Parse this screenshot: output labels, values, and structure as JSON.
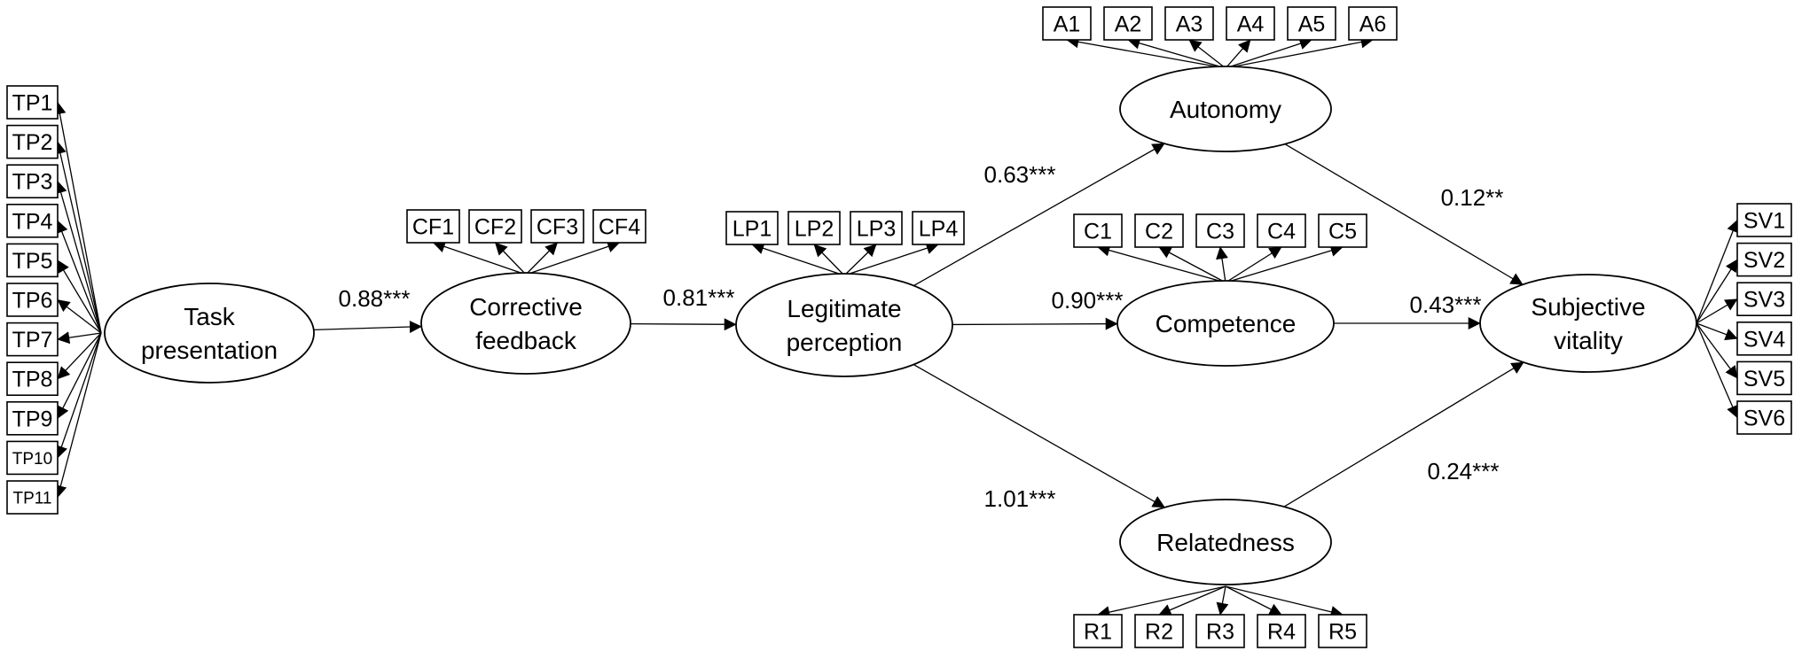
{
  "latents": {
    "tp": [
      "Task",
      "presentation"
    ],
    "cf": [
      "Corrective",
      "feedback"
    ],
    "lp": [
      "Legitimate",
      "perception"
    ],
    "aut": [
      "Autonomy"
    ],
    "comp": [
      "Competence"
    ],
    "rel": [
      "Relatedness"
    ],
    "sv": [
      "Subjective",
      "vitality"
    ]
  },
  "indicators": {
    "tp": [
      "TP1",
      "TP2",
      "TP3",
      "TP4",
      "TP5",
      "TP6",
      "TP7",
      "TP8",
      "TP9",
      "TP10",
      "TP11"
    ],
    "cf": [
      "CF1",
      "CF2",
      "CF3",
      "CF4"
    ],
    "lp": [
      "LP1",
      "LP2",
      "LP3",
      "LP4"
    ],
    "aut": [
      "A1",
      "A2",
      "A3",
      "A4",
      "A5",
      "A6"
    ],
    "comp": [
      "C1",
      "C2",
      "C3",
      "C4",
      "C5"
    ],
    "rel": [
      "R1",
      "R2",
      "R3",
      "R4",
      "R5"
    ],
    "sv": [
      "SV1",
      "SV2",
      "SV3",
      "SV4",
      "SV5",
      "SV6"
    ]
  },
  "paths": [
    {
      "from": "tp",
      "to": "cf",
      "label": "0.88***"
    },
    {
      "from": "cf",
      "to": "lp",
      "label": "0.81***"
    },
    {
      "from": "lp",
      "to": "aut",
      "label": "0.63***"
    },
    {
      "from": "lp",
      "to": "comp",
      "label": "0.90***"
    },
    {
      "from": "lp",
      "to": "rel",
      "label": "1.01***"
    },
    {
      "from": "aut",
      "to": "sv",
      "label": "0.12**"
    },
    {
      "from": "comp",
      "to": "sv",
      "label": "0.43***"
    },
    {
      "from": "rel",
      "to": "sv",
      "label": "0.24***"
    }
  ]
}
